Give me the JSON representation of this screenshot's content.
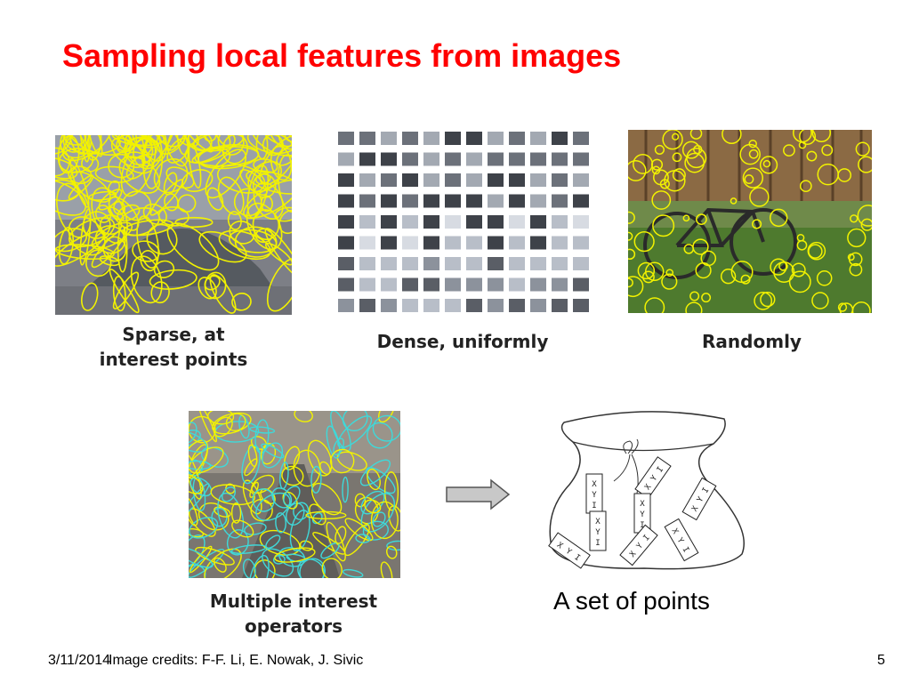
{
  "slide": {
    "title": "Sampling local features from images",
    "captions": {
      "sparse_line1": "Sparse, at",
      "sparse_line2": "interest points",
      "dense": "Dense, uniformly",
      "random": "Randomly",
      "multiple_line1": "Multiple interest",
      "multiple_line2": "operators",
      "set_of_points": "A set of points"
    },
    "bag_labels": {
      "patch": [
        "X",
        "Y",
        "I"
      ]
    },
    "footer": {
      "date": "3/11/2014",
      "credits": "Image credits: F-F. Li, E. Nowak, J. Sivic",
      "page_number": "5"
    },
    "colors": {
      "title": "#ff0000",
      "feature_yellow": "#f2f200",
      "feature_cyan": "#3fd9d9",
      "arrow_fill": "#c8c8c8"
    },
    "icons": {
      "arrow": "right-arrow-icon"
    }
  }
}
